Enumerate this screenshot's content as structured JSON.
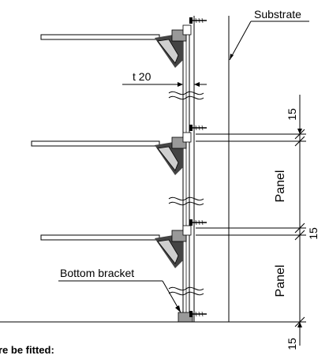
{
  "labels": {
    "substrate": "Substrate",
    "thickness": "t 20",
    "bottom_bracket": "Bottom bracket",
    "footnote": "re be fitted:"
  },
  "dimensions": {
    "gap_top": "15",
    "panel_upper": "Panel",
    "gap_mid": "15",
    "panel_lower": "Panel",
    "gap_bottom": "15"
  }
}
